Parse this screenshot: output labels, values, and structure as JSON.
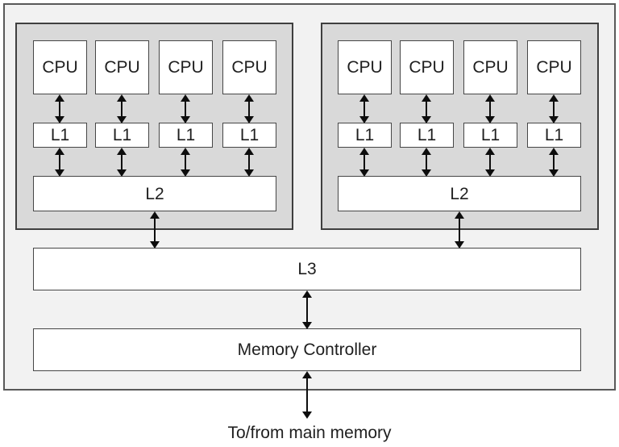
{
  "diagram": {
    "clusters": [
      {
        "cpus": [
          "CPU",
          "CPU",
          "CPU",
          "CPU"
        ],
        "l1s": [
          "L1",
          "L1",
          "L1",
          "L1"
        ],
        "l2_label": "L2"
      },
      {
        "cpus": [
          "CPU",
          "CPU",
          "CPU",
          "CPU"
        ],
        "l1s": [
          "L1",
          "L1",
          "L1",
          "L1"
        ],
        "l2_label": "L2"
      }
    ],
    "l3_label": "L3",
    "memory_controller_label": "Memory Controller",
    "external_memory_label": "To/from main memory"
  },
  "colors": {
    "page_bg": "#ffffff",
    "chip_fill": "#f2f2f2",
    "chip_border": "#595959",
    "cluster_fill": "#d9d9d9",
    "cluster_border": "#3f3f3f",
    "box_fill": "#ffffff",
    "box_border": "#464646",
    "arrow": "#0d0d0d",
    "text": "#1f1f1f"
  }
}
